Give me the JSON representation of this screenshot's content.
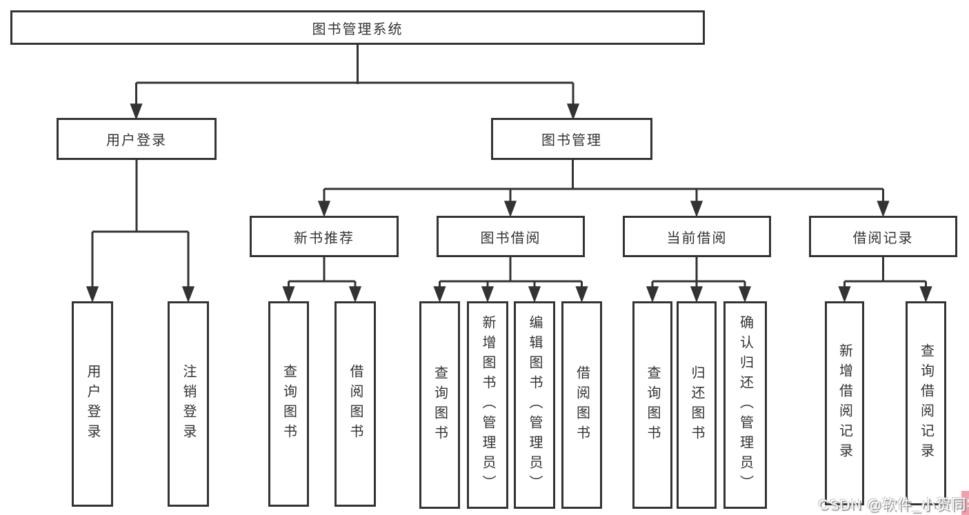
{
  "tree": {
    "label": "图书管理系统",
    "children": [
      {
        "label": "用户登录",
        "children": [
          {
            "label": "用户登录"
          },
          {
            "label": "注销登录"
          }
        ]
      },
      {
        "label": "图书管理",
        "children": [
          {
            "label": "新书推荐",
            "children": [
              {
                "label": "查询图书"
              },
              {
                "label": "借阅图书"
              }
            ]
          },
          {
            "label": "图书借阅",
            "children": [
              {
                "label": "查询图书"
              },
              {
                "label": "新增图书（管理员）"
              },
              {
                "label": "编辑图书（管理员）"
              },
              {
                "label": "借阅图书"
              }
            ]
          },
          {
            "label": "当前借阅",
            "children": [
              {
                "label": "查询图书"
              },
              {
                "label": "归还图书"
              },
              {
                "label": "确认归还（管理员）"
              }
            ]
          },
          {
            "label": "借阅记录",
            "children": [
              {
                "label": "新增借阅记录"
              },
              {
                "label": "查询借阅记录"
              }
            ]
          }
        ]
      }
    ]
  },
  "watermark": {
    "text": "CSDN @软件_小贺同学"
  },
  "colors": {
    "line": "#333333",
    "text": "#333333",
    "background": "#ffffff",
    "watermark_text": "#fbfbfb",
    "watermark_accent_pink": "#f39ead"
  }
}
